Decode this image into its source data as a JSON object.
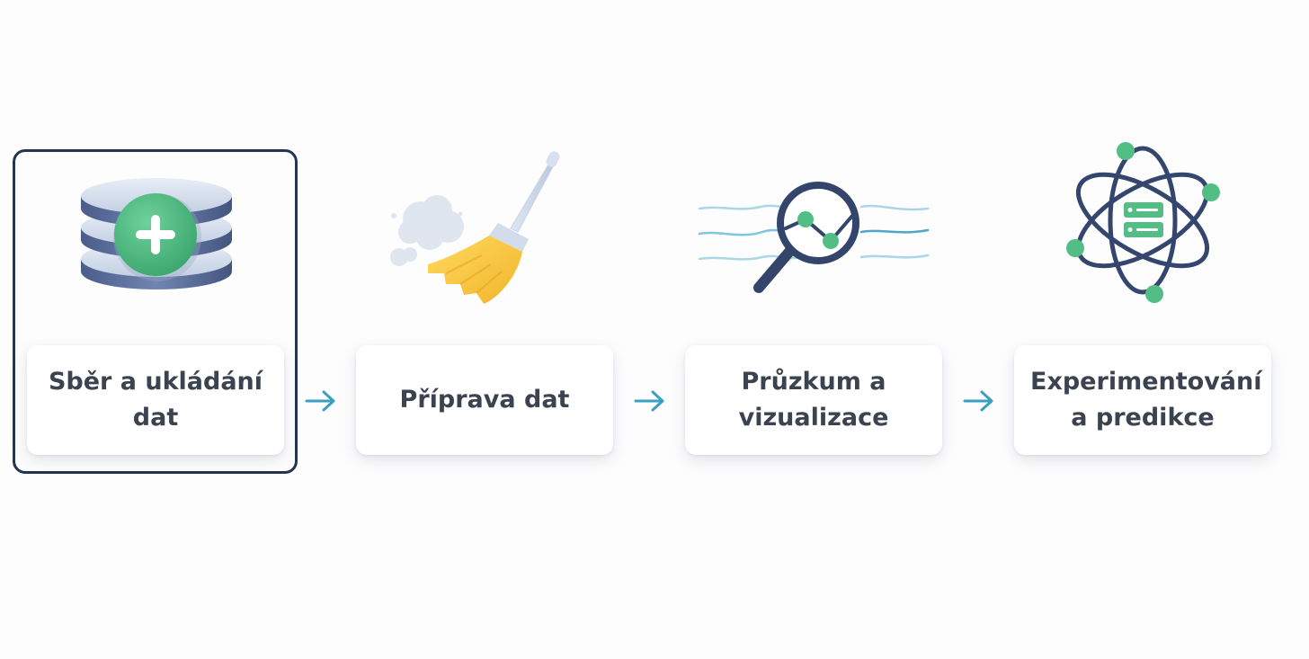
{
  "steps": [
    {
      "label": "Sběr a ukládání dat",
      "icon": "database-add-icon",
      "selected": true
    },
    {
      "label": "Příprava dat",
      "icon": "broom-icon",
      "selected": false
    },
    {
      "label": "Průzkum a vizualizace",
      "icon": "magnifier-chart-icon",
      "selected": false
    },
    {
      "label": "Experimentování a predikce",
      "icon": "atom-server-icon",
      "selected": false
    }
  ],
  "colors": {
    "frame": "#25344f",
    "arrow": "#3a9fc0",
    "accent_green": "#4fbd84",
    "navy": "#34466e",
    "broom_yellow": "#f7c948",
    "text": "#3b4351"
  }
}
